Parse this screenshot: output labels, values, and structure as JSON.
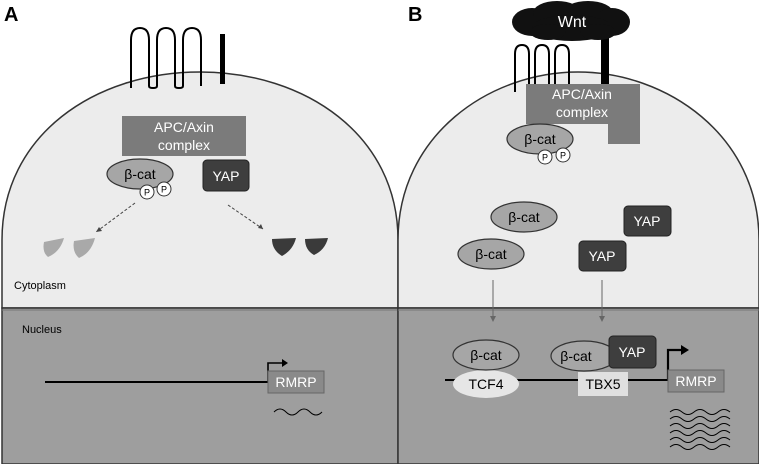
{
  "panels": {
    "a": {
      "label": "A",
      "complex_label_line1": "APC/Axin",
      "complex_label_line2": "complex",
      "bcat_label": "β-cat",
      "phospho_label_1": "P",
      "phospho_label_2": "P",
      "yap_label": "YAP",
      "cytoplasm_label": "Cytoplasm",
      "nucleus_label": "Nucleus",
      "rmrp_label": "RMRP"
    },
    "b": {
      "label": "B",
      "wnt_label": "Wnt",
      "complex_label_line1": "APC/Axin",
      "complex_label_line2": "complex",
      "bcat_complex_label": "β-cat",
      "phospho_label_1": "P",
      "phospho_label_2": "P",
      "bcat_free_1_label": "β-cat",
      "bcat_free_2_label": "β-cat",
      "yap_free_1_label": "YAP",
      "yap_free_2_label": "YAP",
      "bcat_tcf4_label": "β-cat",
      "tcf4_label": "TCF4",
      "bcat_tbx5_label": "β-cat",
      "yap_tbx5_label": "YAP",
      "tbx5_label": "TBX5",
      "rmrp_label": "RMRP"
    }
  },
  "colors": {
    "cytoplasm": "#ececec",
    "nucleus": "#9e9e9e",
    "complex": "#7b7b7b",
    "bcat": "#a6a6a6",
    "yap": "#3e3e3e",
    "degraded_bcat": "#a9a9a9",
    "degraded_yap": "#3a3a3a",
    "rmrp": "#8a8a8a",
    "tcf4": "#e6e6e6",
    "tbx5": "#e0e0e0",
    "wnt": "#111111"
  }
}
